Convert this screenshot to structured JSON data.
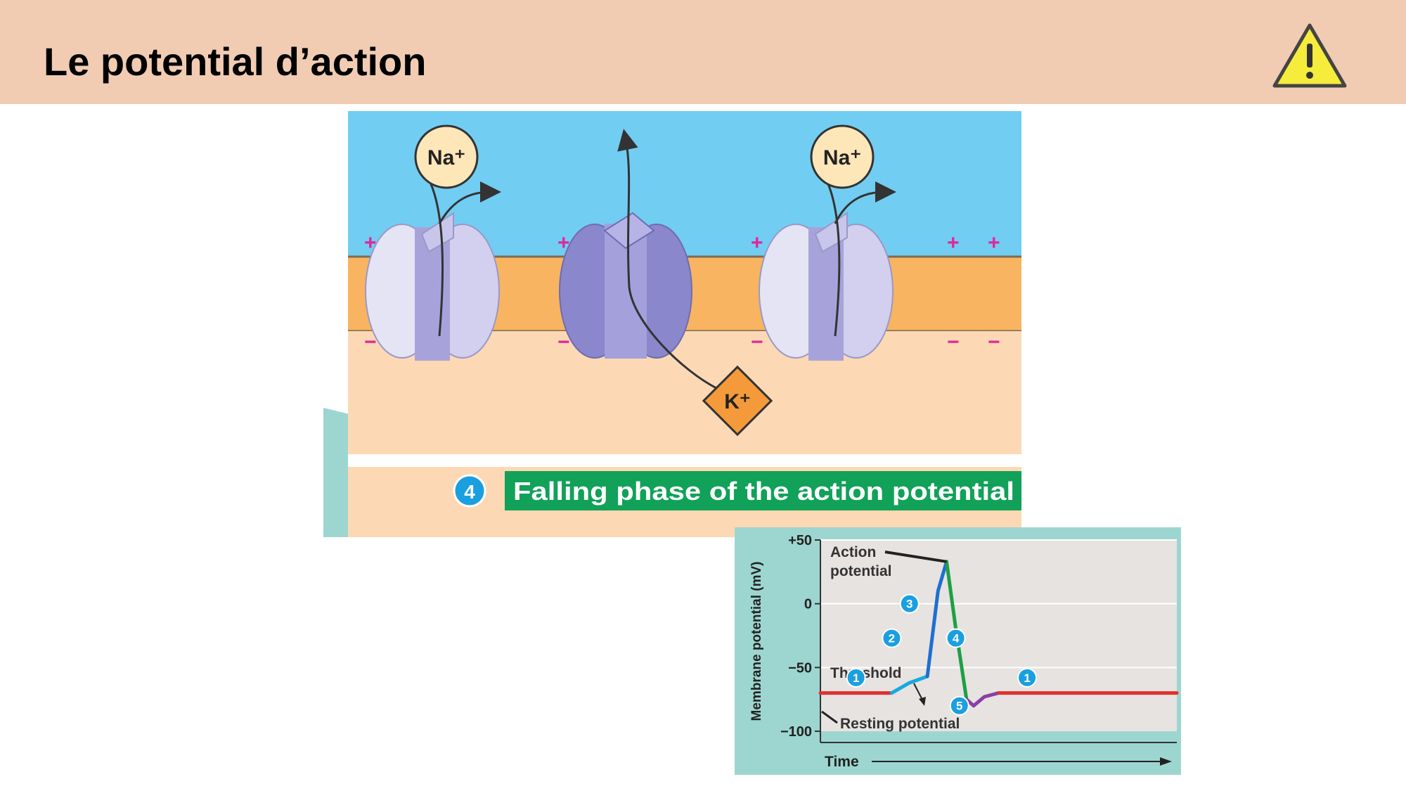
{
  "slide": {
    "title": "Le potential d’action",
    "icon": "warning-icon",
    "header_color": "#f1ccb3"
  },
  "membrane_diagram": {
    "ion_top_left": "Na⁺",
    "ion_top_right": "Na⁺",
    "ion_bottom": "K⁺",
    "charge_outside": "+",
    "charge_inside": "−",
    "step_number": "4",
    "phase_label": "Falling phase of the action potential",
    "colors": {
      "extracellular": "#72cdf2",
      "membrane": "#f8b460",
      "cytoplasm": "#fcd9b4",
      "label_bg": "#11a159",
      "channel": "#b7b4e4"
    }
  },
  "chart_data": {
    "type": "line",
    "ylabel": "Membrane potential (mV)",
    "xlabel": "Time",
    "ylim": [
      -100,
      50
    ],
    "yticks": [
      "+50",
      "0",
      "−50",
      "−100"
    ],
    "grid": true,
    "series": [
      {
        "phase": "1",
        "color": "#e03030",
        "points": [
          [
            0,
            -70
          ],
          [
            0.2,
            -70
          ]
        ]
      },
      {
        "phase": "2",
        "color": "#1aa8e0",
        "points": [
          [
            0.2,
            -70
          ],
          [
            0.25,
            -62
          ],
          [
            0.3,
            -57
          ]
        ]
      },
      {
        "phase": "3",
        "color": "#1f6fd0",
        "points": [
          [
            0.3,
            -57
          ],
          [
            0.33,
            10
          ],
          [
            0.354,
            33
          ]
        ]
      },
      {
        "phase": "4",
        "color": "#1f9f45",
        "points": [
          [
            0.354,
            33
          ],
          [
            0.38,
            -20
          ],
          [
            0.41,
            -75
          ]
        ]
      },
      {
        "phase": "5",
        "color": "#8a3fa5",
        "points": [
          [
            0.41,
            -75
          ],
          [
            0.43,
            -80
          ],
          [
            0.46,
            -73
          ],
          [
            0.5,
            -70
          ]
        ]
      },
      {
        "phase": "1",
        "color": "#e03030",
        "points": [
          [
            0.5,
            -70
          ],
          [
            1.0,
            -70
          ]
        ]
      }
    ],
    "annotations": {
      "action_potential": [
        "Action",
        "potential"
      ],
      "threshold": "Threshold",
      "resting": "Resting potential"
    },
    "markers": [
      "1",
      "2",
      "3",
      "4",
      "5",
      "1"
    ]
  }
}
